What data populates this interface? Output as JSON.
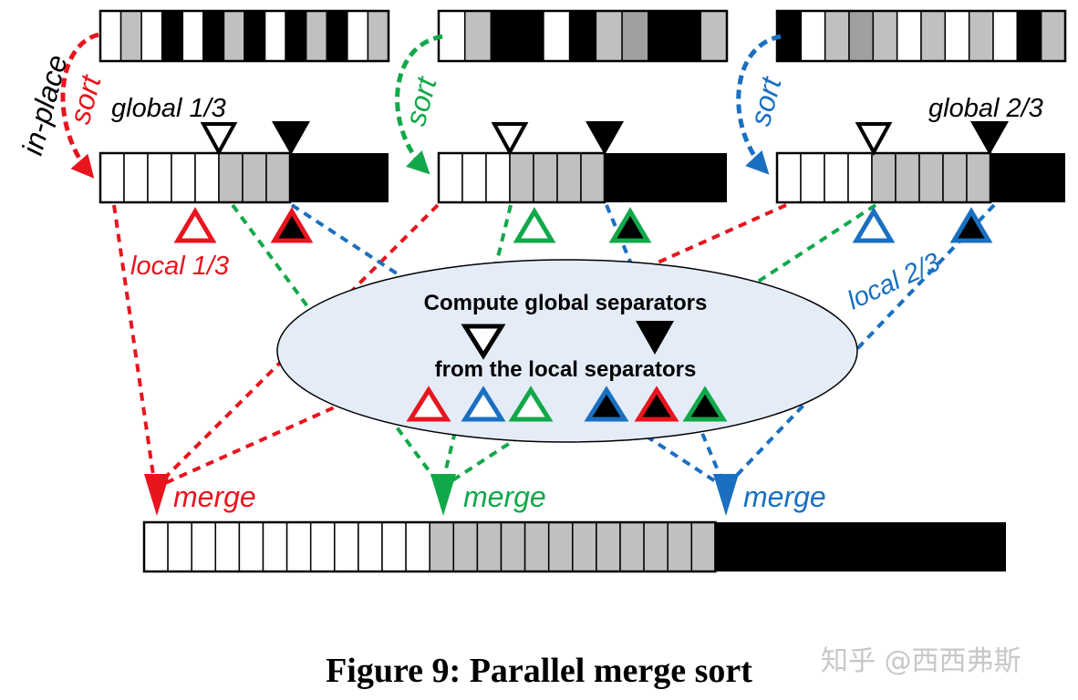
{
  "labels": {
    "in_place": "in-place",
    "sort": "sort",
    "global_1_3": "global 1/3",
    "global_2_3": "global 2/3",
    "local_1_3": "local 1/3",
    "local_2_3": "local 2/3",
    "merge": "merge",
    "compute_line1": "Compute global separators",
    "compute_line2": "from the local separators"
  },
  "caption": "Figure 9: Parallel merge sort",
  "watermark": "知乎 @西西弗斯",
  "colors": {
    "red": "#e8141e",
    "green": "#12a84a",
    "blue": "#1a6fc0",
    "light_gray": "#c0c0c0",
    "mid_gray": "#a0a0a0",
    "black": "#000000",
    "ellipse_fill": "#e4ecf8"
  },
  "arrays": {
    "unsorted": [
      [
        "w",
        "g",
        "w",
        "b",
        "w",
        "b",
        "g",
        "b",
        "w",
        "b",
        "g",
        "b",
        "w",
        "g"
      ],
      [
        "w",
        "g",
        "b",
        "b",
        "w",
        "b",
        "g",
        "m",
        "b",
        "b",
        "g"
      ],
      [
        "b",
        "w",
        "g",
        "m",
        "g",
        "w",
        "g",
        "w",
        "g",
        "w",
        "b",
        "g"
      ]
    ],
    "sorted": [
      {
        "white": 5,
        "gray": 3
      },
      {
        "white": 3,
        "gray": 4
      },
      {
        "white": 4,
        "gray": 5
      }
    ],
    "merged": {
      "white": 12,
      "gray": 12
    }
  }
}
